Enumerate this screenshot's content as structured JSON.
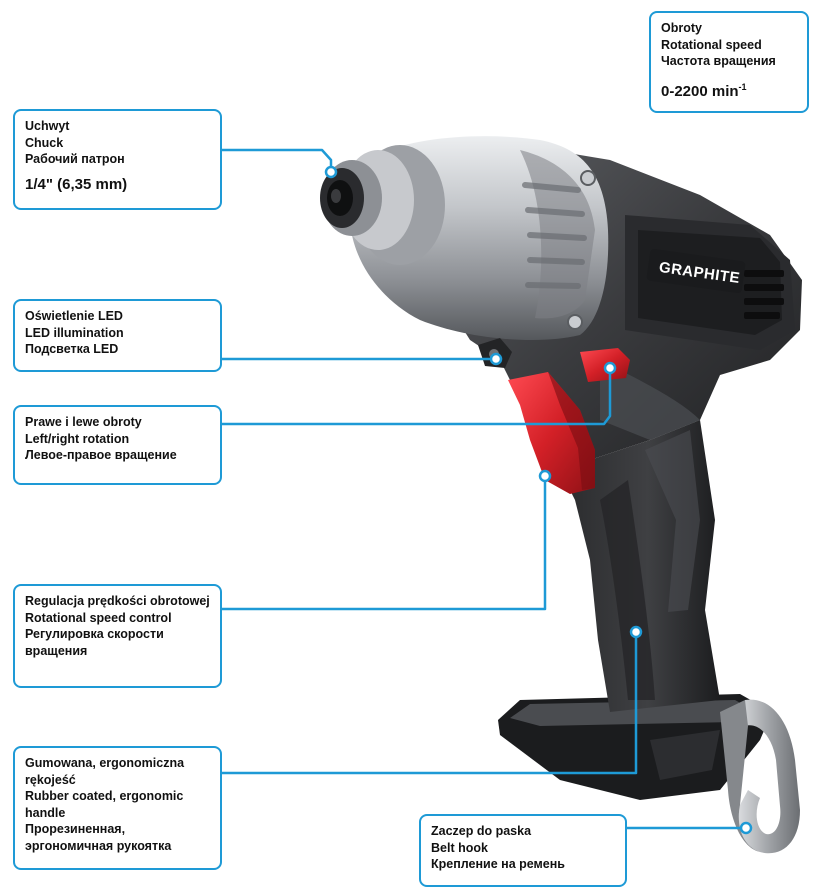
{
  "brand": {
    "logo_text": "GRAPHITE",
    "accent_color": "#1e9ad6",
    "trigger_color": "#d32027",
    "body_color": "#3a3b3d",
    "metal_color": "#a9acb0"
  },
  "callouts": {
    "speed": {
      "lines": [
        "Obroty",
        "Rotational speed",
        "Частота вращения"
      ],
      "spec_value": "0-2200 min",
      "spec_exponent": "-1"
    },
    "chuck": {
      "lines": [
        "Uchwyt",
        "Chuck",
        "Рабочий патрон"
      ],
      "spec": "1/4\" (6,35 mm)"
    },
    "led": {
      "lines": [
        "Oświetlenie LED",
        "LED illumination",
        "Подсветка LED"
      ]
    },
    "rotation": {
      "lines": [
        "Prawe i lewe obroty",
        "Left/right rotation",
        "Левое-правое вращение"
      ]
    },
    "control": {
      "lines": [
        "Regulacja prędkości obrotowej",
        "Rotational speed control",
        "Регулировка скорости вращения"
      ]
    },
    "handle": {
      "lines": [
        "Gumowana, ergonomiczna rękojeść",
        "Rubber coated, ergonomic handle",
        "Прорезиненная, эргономичная рукоятка"
      ]
    },
    "hook": {
      "lines": [
        "Zaczep do paska",
        "Belt hook",
        "Крепление на ремень"
      ]
    }
  }
}
